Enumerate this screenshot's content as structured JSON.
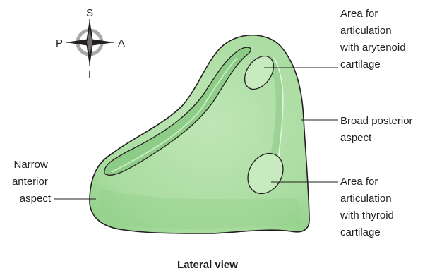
{
  "orientation": {
    "superior": "S",
    "inferior": "I",
    "posterior": "P",
    "anterior": "A"
  },
  "labels": {
    "arytenoid_area": [
      "Area for",
      "articulation",
      "with arytenoid",
      "cartilage"
    ],
    "broad_posterior": [
      "Broad posterior",
      "aspect"
    ],
    "narrow_anterior": [
      "Narrow",
      "anterior",
      "aspect"
    ],
    "thyroid_area": [
      "Area for",
      "articulation",
      "with thyroid",
      "cartilage"
    ]
  },
  "caption": "Lateral view",
  "colors": {
    "cartilage_fill": "#a9dca0",
    "cartilage_dark": "#7ec47a",
    "cartilage_light": "#d6f0cf",
    "outline": "#231f20",
    "compass_grey": "#a7a9ac"
  },
  "icons": {
    "compass": "orientation-compass-icon"
  }
}
